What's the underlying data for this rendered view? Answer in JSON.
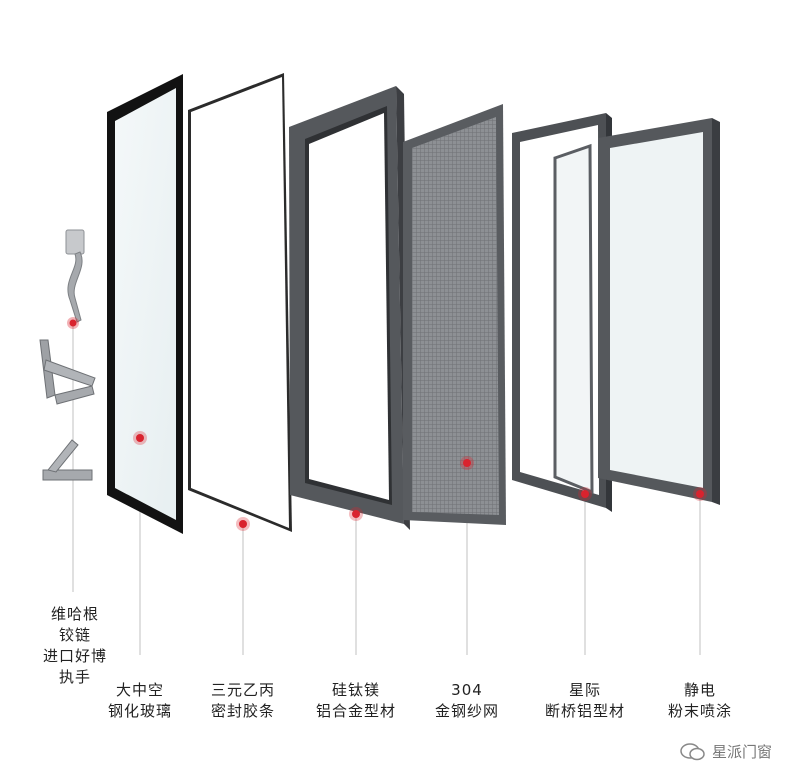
{
  "labels": {
    "hardware": [
      "维哈根",
      "铰链",
      "进口好博",
      "执手"
    ],
    "glass": [
      "大中空",
      "钢化玻璃"
    ],
    "seal": [
      "三元乙丙",
      "密封胶条"
    ],
    "frame": [
      "硅钛镁",
      "铝合金型材"
    ],
    "screen": [
      "304",
      "金钢纱网"
    ],
    "profile": [
      "星际",
      "断桥铝型材"
    ],
    "coating": [
      "静电",
      "粉末喷涂"
    ]
  },
  "watermark": {
    "text": "星派门窗"
  },
  "colors": {
    "marker": "#d9232e",
    "leader": "#c8c8c8",
    "frame_dark": "#2b2b2b",
    "frame_gray": "#5b5e63"
  }
}
